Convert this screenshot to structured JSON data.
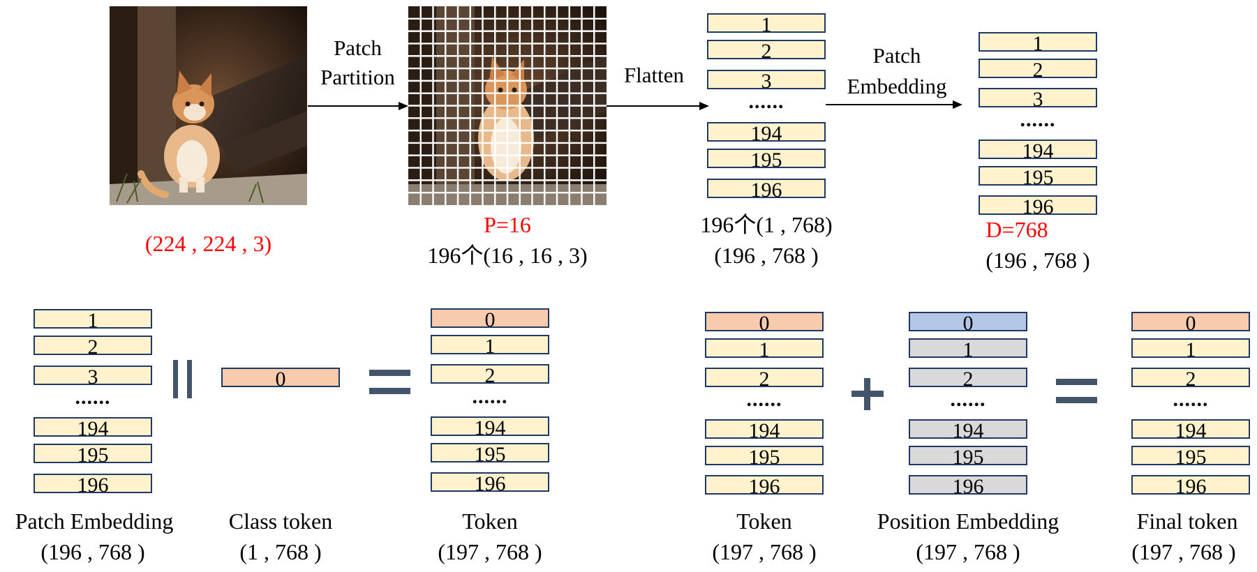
{
  "colors": {
    "patch_fill": "#fff2cc",
    "class_fill": "#f8cbad",
    "pos0_fill": "#b4c7e7",
    "pos_fill": "#d9d9d9",
    "border": "#1f3864",
    "operator": "#44546a",
    "highlight": "#ff0000"
  },
  "top": {
    "image_label": "(224 , 224 , 3)",
    "arrow1_label_l1": "Patch",
    "arrow1_label_l2": "Partition",
    "patch_size_label": "P=16",
    "patch_shape_label": "196个(16 , 16 , 3)",
    "arrow2_label": "Flatten",
    "flat_list": [
      "1",
      "2",
      "3",
      "194",
      "195",
      "196"
    ],
    "flat_dots": "......",
    "flat_label_l1": "196个(1 , 768)",
    "flat_label_l2": "(196 , 768 )",
    "arrow3_label_l1": "Patch",
    "arrow3_label_l2": "Embedding",
    "embed_list": [
      "1",
      "2",
      "3",
      "194",
      "195",
      "196"
    ],
    "embed_dots": "......",
    "embed_dim_label": "D=768",
    "embed_shape_label": "(196 , 768 )"
  },
  "bottom_left": {
    "patch_list": [
      "1",
      "2",
      "3",
      "194",
      "195",
      "196"
    ],
    "patch_dots": "......",
    "patch_title": "Patch Embedding",
    "patch_shape": "(196 , 768 )",
    "class_value": "0",
    "class_title": "Class token",
    "class_shape": "(1 , 768 )",
    "token_list": [
      "0",
      "1",
      "2",
      "194",
      "195",
      "196"
    ],
    "token_dots": "......",
    "token_title": "Token",
    "token_shape": "(197 , 768 )"
  },
  "bottom_right": {
    "token_list": [
      "0",
      "1",
      "2",
      "194",
      "195",
      "196"
    ],
    "token_dots": "......",
    "token_title": "Token",
    "token_shape": "(197 , 768 )",
    "pos_list": [
      "0",
      "1",
      "2",
      "194",
      "195",
      "196"
    ],
    "pos_dots": "......",
    "pos_title": "Position Embedding",
    "pos_shape": "(197 , 768 )",
    "final_list": [
      "0",
      "1",
      "2",
      "194",
      "195",
      "196"
    ],
    "final_dots": "......",
    "final_title": "Final token",
    "final_shape": "(197 , 768 )"
  }
}
